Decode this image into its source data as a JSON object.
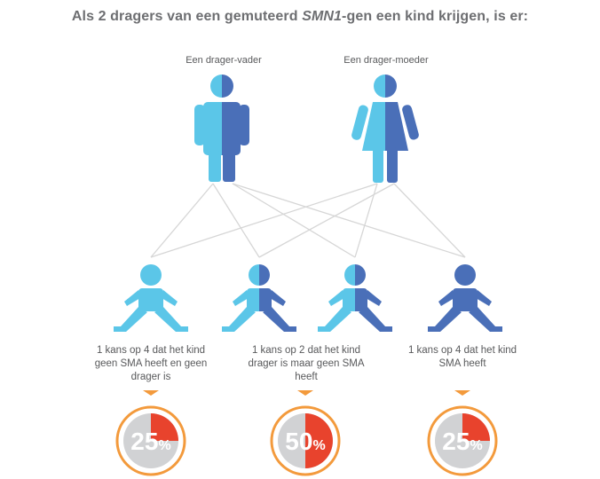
{
  "title": {
    "prefix": "Als 2 dragers van een gemuteerd ",
    "gene": "SMN1",
    "suffix": "-gen een kind krijgen, is er:"
  },
  "parents": [
    {
      "label": "Een drager-vader",
      "type": "carrier",
      "sex": "male"
    },
    {
      "label": "Een drager-moeder",
      "type": "carrier",
      "sex": "female"
    }
  ],
  "children": [
    {
      "type": "non-carrier"
    },
    {
      "type": "carrier"
    },
    {
      "type": "carrier"
    },
    {
      "type": "affected"
    }
  ],
  "outcomes": [
    {
      "label": "1 kans op 4 dat het kind geen SMA heeft en geen drager is",
      "percent_number": "25",
      "percent_sign": "%",
      "fraction": 0.25
    },
    {
      "label": "1 kans op 2 dat het kind drager is maar geen SMA heeft",
      "percent_number": "50",
      "percent_sign": "%",
      "fraction": 0.5
    },
    {
      "label": "1 kans op 4 dat het kind SMA heeft",
      "percent_number": "25",
      "percent_sign": "%",
      "fraction": 0.25
    }
  ],
  "colors": {
    "light_blue": "#5bc6e8",
    "dark_blue": "#4a6fb8",
    "orange": "#f39a3c",
    "red": "#e8432d",
    "pie_gray": "#d1d2d4",
    "line_gray": "#d6d6d6",
    "text_gray": "#58595b"
  }
}
